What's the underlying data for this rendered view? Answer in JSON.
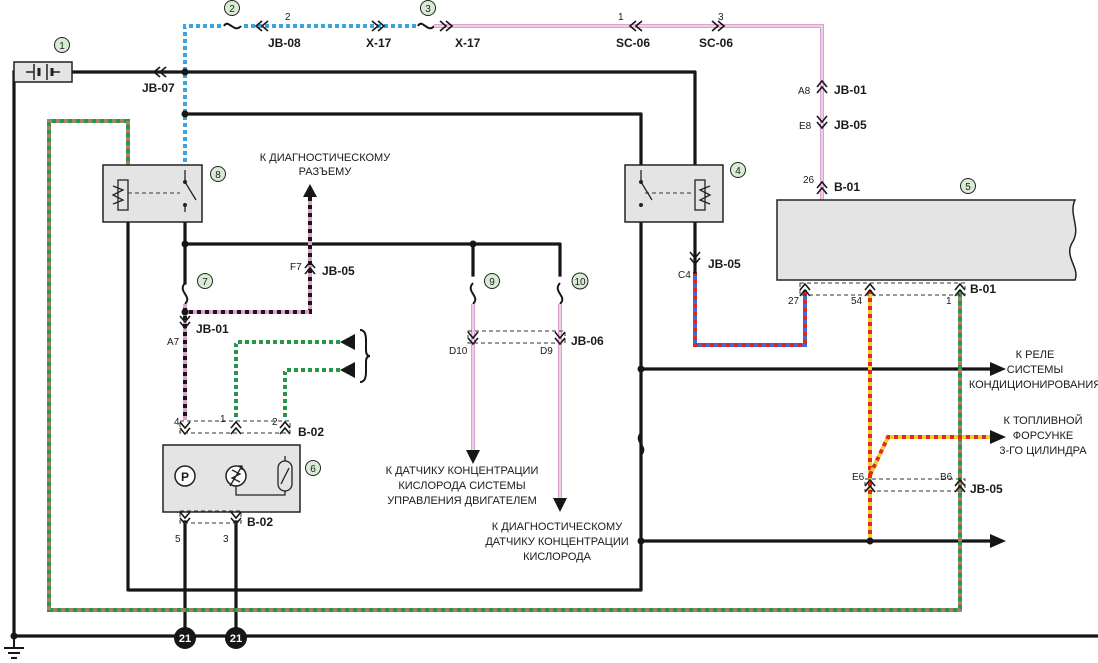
{
  "components": {
    "c1": {
      "number": "1"
    },
    "c2": {
      "number": "2"
    },
    "c3": {
      "number": "3"
    },
    "c4": {
      "number": "4"
    },
    "c5": {
      "number": "5"
    },
    "c6": {
      "number": "6"
    },
    "c7": {
      "number": "7"
    },
    "c8": {
      "number": "8"
    },
    "c9": {
      "number": "9"
    },
    "c10": {
      "number": "10"
    }
  },
  "connectors": {
    "jb08": "JB-08",
    "x17a": "X-17",
    "x17b": "X-17",
    "sc06a": "SC-06",
    "sc06b": "SC-06",
    "jb07": "JB-07",
    "jb01_top": "JB-01",
    "jb05_top": "JB-05",
    "b01_top": "B-01",
    "jb05_right": "JB-05",
    "b01_bottom": "B-01",
    "jb05_f7": "JB-05",
    "jb01_a7": "JB-01",
    "jb06": "JB-06",
    "b02_top": "B-02",
    "b02_bottom": "B-02",
    "jb05_bottom": "JB-05"
  },
  "pins": {
    "p2": "2",
    "p1": "1",
    "p3": "3",
    "a8": "A8",
    "e8": "E8",
    "p26": "26",
    "c4": "C4",
    "p27": "27",
    "p54": "54",
    "p1b": "1",
    "f7": "F7",
    "a7": "A7",
    "d10": "D10",
    "d9": "D9",
    "p4": "4",
    "p1c": "1",
    "p2b": "2",
    "p5": "5",
    "p3b": "3",
    "e6": "E6",
    "b6": "B6"
  },
  "notes": {
    "diag_connector": [
      "К ДИАГНОСТИЧЕСКОМУ",
      "РАЗЪЕМУ"
    ],
    "ac_relay": [
      "К РЕЛЕ",
      "СИСТЕМЫ",
      "КОНДИЦИОНИРОВАНИЯ"
    ],
    "injector": [
      "К ТОПЛИВНОЙ",
      "ФОРСУНКЕ",
      "3-ГО ЦИЛИНДРА"
    ],
    "o2_sensor": [
      "К ДАТЧИКУ КОНЦЕНТРАЦИИ",
      "КИСЛОРОДА СИСТЕМЫ",
      "УПРАВЛЕНИЯ ДВИГАТЕЛЕМ"
    ],
    "diag_o2_sensor": [
      "К ДИАГНОСТИЧЕСКОМУ",
      "ДАТЧИКУ КОНЦЕНТРАЦИИ",
      "КИСЛОРОДА"
    ]
  },
  "grounds": {
    "g1": "21",
    "g2": "21"
  },
  "sensor_symbol": "P",
  "colors": {
    "black": "#161616",
    "blue": "#3aa3e0",
    "pink": "#dba1cf",
    "green": "#23974a",
    "brown": "#a98064",
    "red": "#e02626",
    "yellow": "#f1d02a",
    "component_fill": "#e4e4e4",
    "legend_green": "#d8ecd4"
  }
}
